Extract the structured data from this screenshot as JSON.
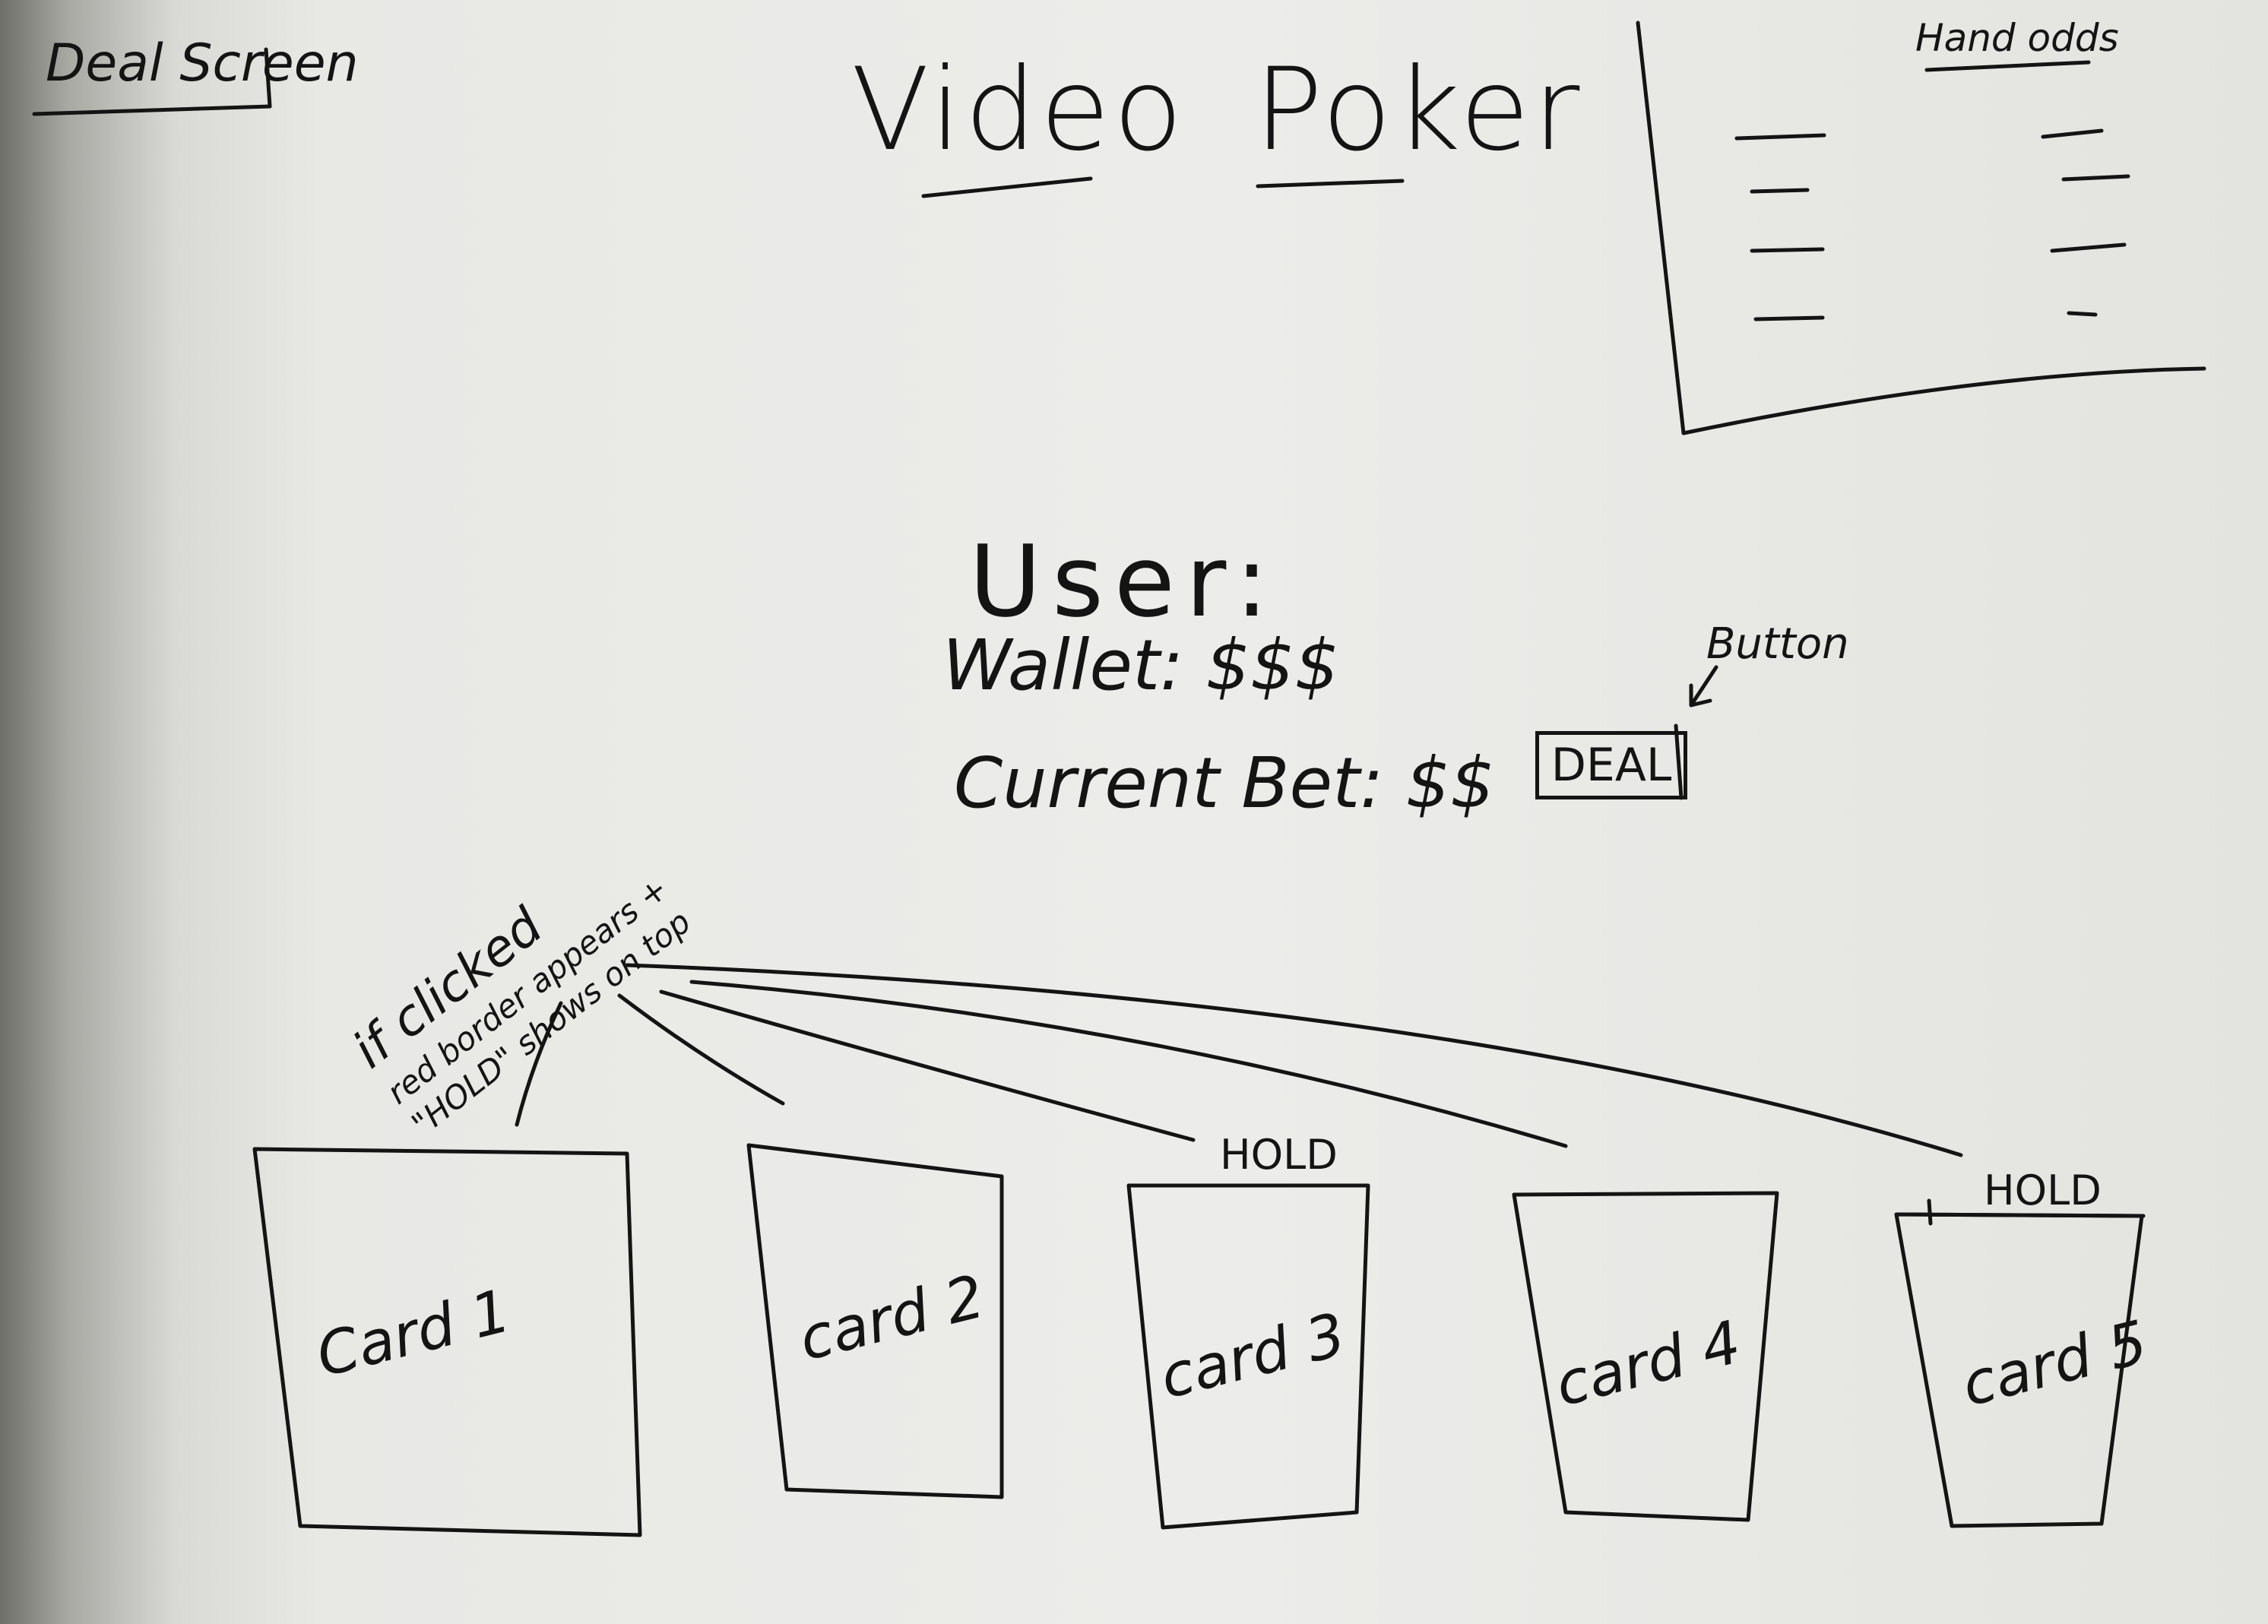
{
  "page_label": "Deal Screen",
  "title": {
    "word1": "Video",
    "word2": "Poker"
  },
  "odds_panel": {
    "title": "Hand odds"
  },
  "user": {
    "label": "User:",
    "wallet": "Wallet: $$$",
    "current_bet": "Current Bet: $$"
  },
  "deal_button": {
    "label": "DEAL",
    "annotation": "Button"
  },
  "annotation": {
    "line1": "if clicked",
    "line2": "red border appears +",
    "line3": "\"HOLD\" shows on top"
  },
  "cards": [
    {
      "label": "Card 1",
      "hold": ""
    },
    {
      "label": "card 2",
      "hold": ""
    },
    {
      "label": "card 3",
      "hold": "HOLD"
    },
    {
      "label": "card 4",
      "hold": ""
    },
    {
      "label": "card 5",
      "hold": "HOLD"
    }
  ]
}
